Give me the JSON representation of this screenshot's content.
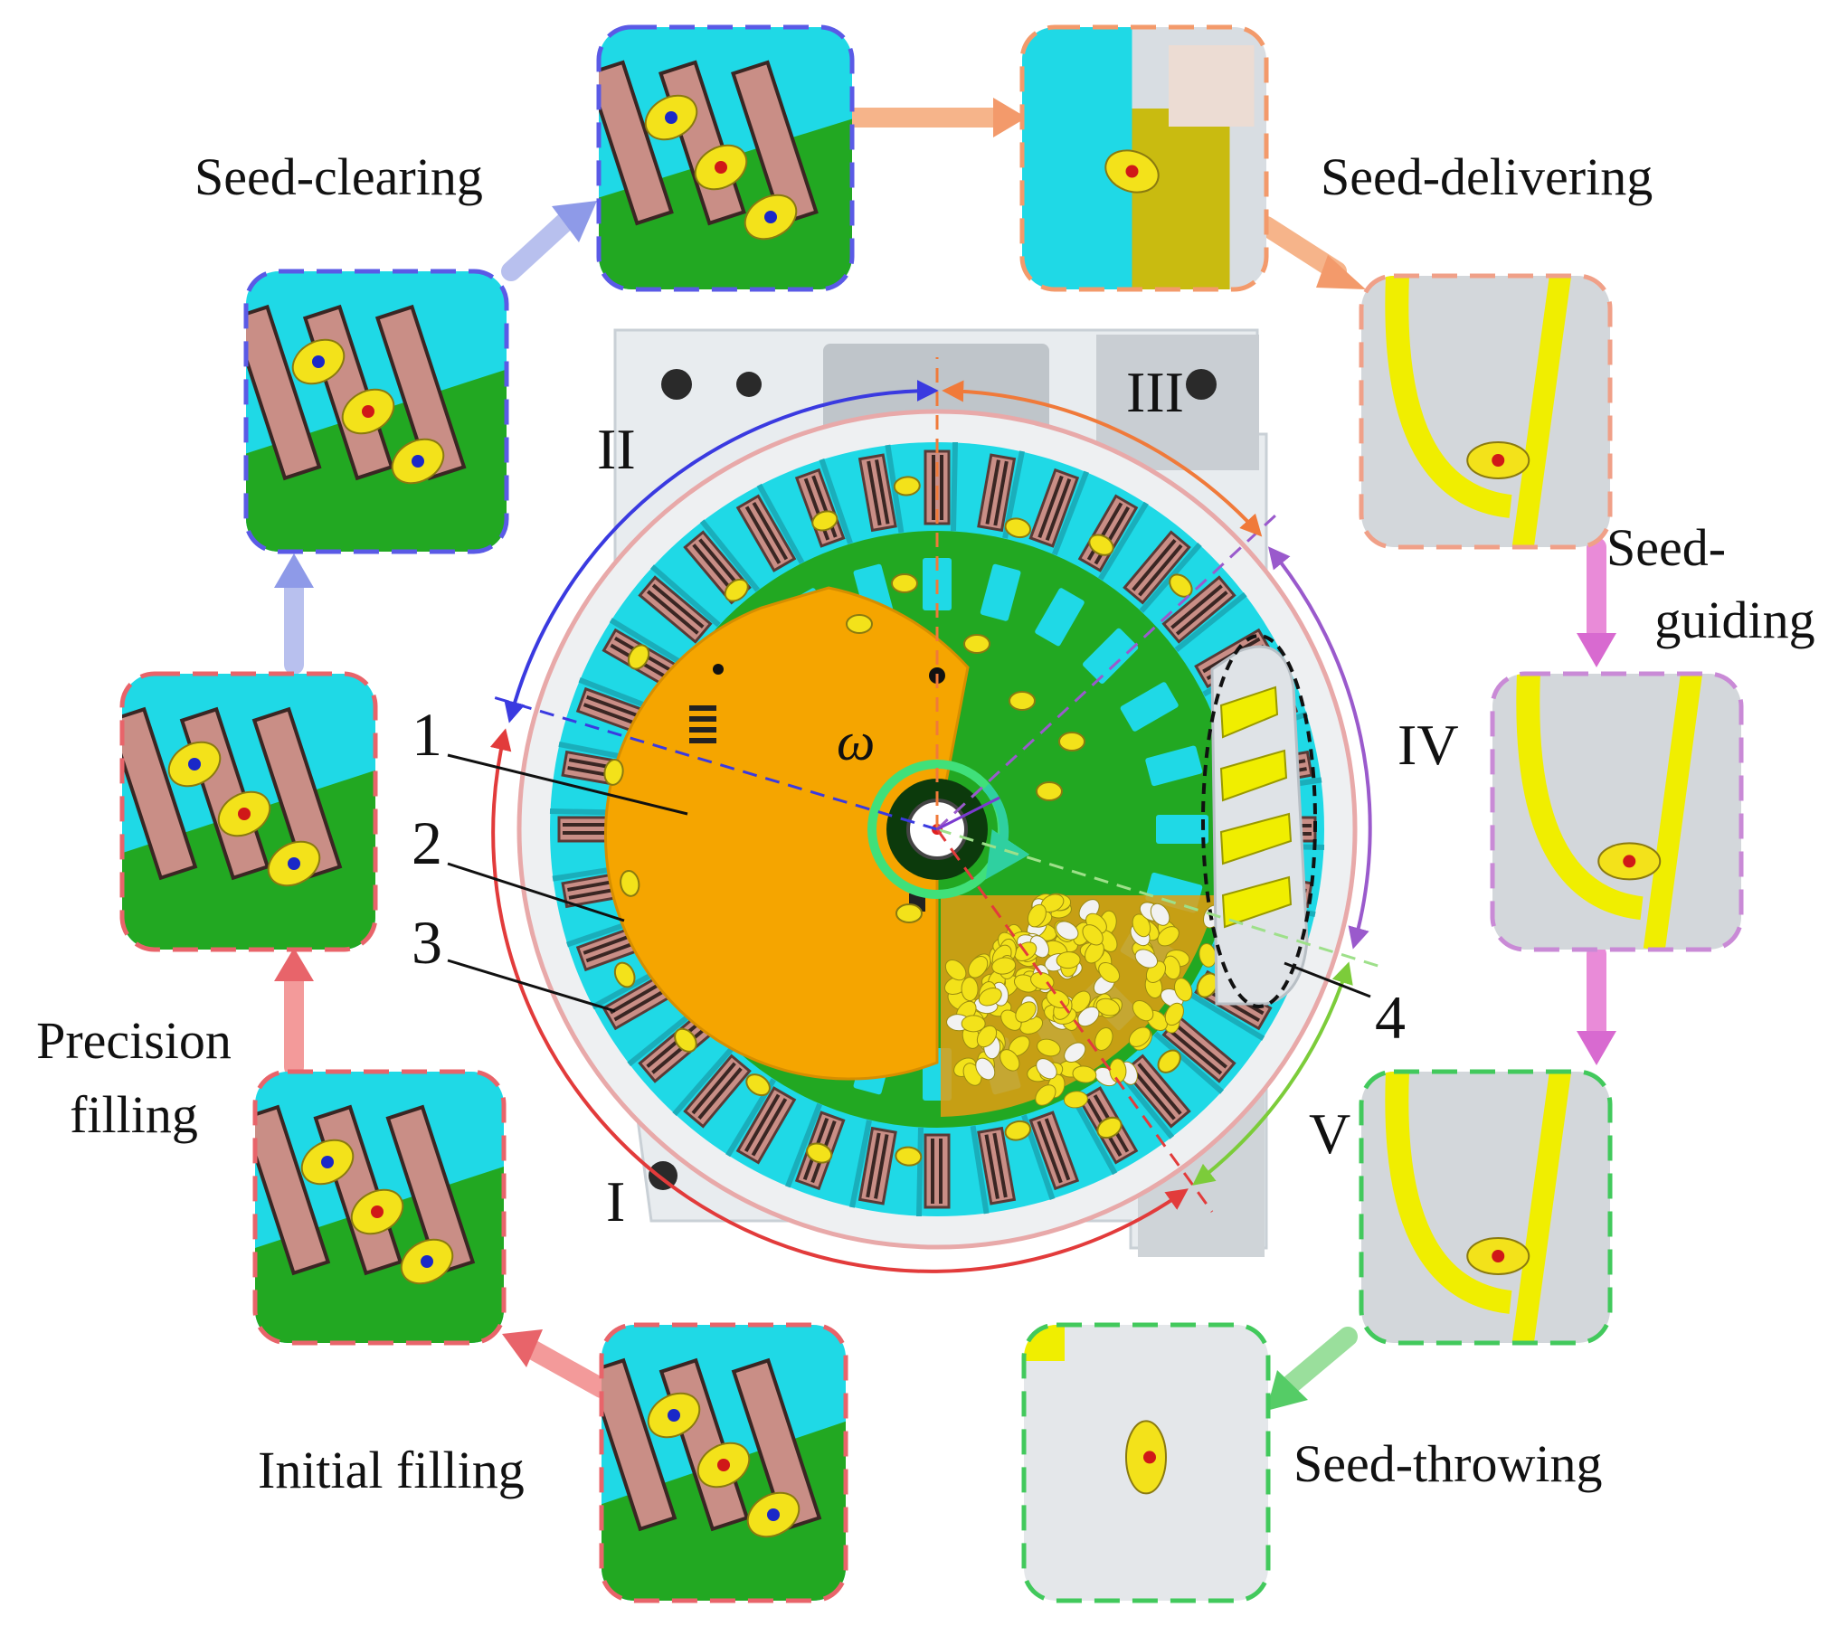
{
  "stages": [
    {
      "id": "seed-clearing",
      "label": "Seed-clearing",
      "color": "#5a5ae6"
    },
    {
      "id": "seed-delivering",
      "label": "Seed-delivering",
      "color": "#f39a6b"
    },
    {
      "id": "seed-guiding",
      "label_lines": [
        "Seed-",
        "guiding"
      ],
      "color": "#c98ad6"
    },
    {
      "id": "seed-throwing",
      "label": "Seed-throwing",
      "color": "#42c95c"
    },
    {
      "id": "initial-filling",
      "label": "Initial filling",
      "color": "#e8646a"
    },
    {
      "id": "precision-filling",
      "label_lines": [
        "Precision",
        "filling"
      ],
      "color": "#e8646a"
    }
  ],
  "zones": [
    "I",
    "II",
    "III",
    "IV",
    "V"
  ],
  "part_numbers": [
    "1",
    "2",
    "3",
    "4"
  ],
  "rotation_symbol": "ω",
  "colors": {
    "zone_I": "#e23b3b",
    "zone_II": "#3a3ae0",
    "zone_III": "#f07a3a",
    "zone_IV": "#9a5acc",
    "zone_V": "#7ccc3a",
    "disc_green": "#22a822",
    "cell_cyan": "#1fd9e6",
    "shield_orange": "#f5a500",
    "seed_yellow": "#f3e21a",
    "housing_grey": "#e8ecef"
  }
}
